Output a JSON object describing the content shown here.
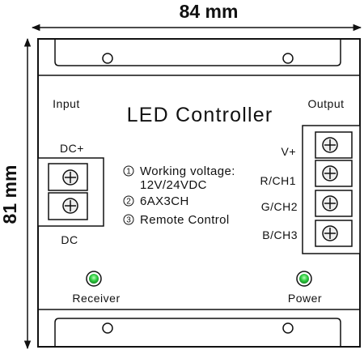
{
  "dimensions": {
    "width_label": "84 mm",
    "height_label": "81 mm"
  },
  "device": {
    "title": "LED Controller",
    "input_label": "Input",
    "output_label": "Output",
    "input_terminals": {
      "top_label": "DC+",
      "bottom_label": "DC"
    },
    "output_terminals": [
      "V+",
      "R/CH1",
      "G/CH2",
      "B/CH3"
    ],
    "specs": [
      {
        "number": "1",
        "lines": [
          "Working voltage:",
          "12V/24VDC"
        ]
      },
      {
        "number": "2",
        "lines": [
          "6AX3CH"
        ]
      },
      {
        "number": "3",
        "lines": [
          "Remote Control"
        ]
      }
    ],
    "indicators": [
      {
        "label": "Receiver",
        "color": "#2ecc40"
      },
      {
        "label": "Power",
        "color": "#2ecc40"
      }
    ]
  }
}
